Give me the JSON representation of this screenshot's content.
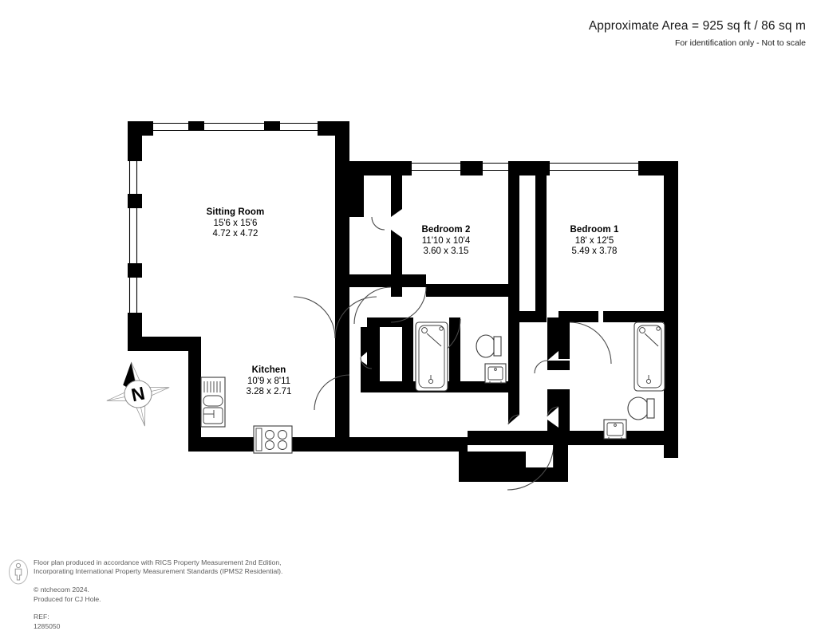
{
  "header": {
    "area_text": "Approximate Area = 925 sq ft / 86 sq m",
    "disclaimer": "For identification only - Not to scale"
  },
  "plan": {
    "rooms": [
      {
        "id": "sitting-room",
        "name": "Sitting Room",
        "imperial": "15'6 x 15'6",
        "metric": "4.72 x 4.72"
      },
      {
        "id": "bedroom-2",
        "name": "Bedroom 2",
        "imperial": "11'10 x 10'4",
        "metric": "3.60 x 3.15"
      },
      {
        "id": "bedroom-1",
        "name": "Bedroom 1",
        "imperial": "18' x 12'5",
        "metric": "5.49 x 3.78"
      },
      {
        "id": "kitchen",
        "name": "Kitchen",
        "imperial": "10'9 x 8'11",
        "metric": "3.28 x 2.71"
      }
    ],
    "fixtures": [
      "bath-tub",
      "shower-head",
      "bath-taps",
      "toilet",
      "wash-basin",
      "kitchen-sink",
      "kitchen-hob"
    ],
    "compass": {
      "label": "N"
    },
    "colors": {
      "wall": "#000000",
      "room_fill": "#ffffff",
      "fixture_stroke": "#3b3b3b",
      "door_arc": "#4a4a4a",
      "footer_text": "#5c5c5c"
    }
  },
  "footer": {
    "line1": "Floor plan produced in accordance with RICS Property Measurement 2nd Edition,",
    "line2_a": "Incorporating International Property Measurement Standards (IPMS2 Residential).",
    "line2_b": "© ntchecom 2024.",
    "line3_a": "Produced for CJ Hole.",
    "line3_label": "REF:",
    "line3_value": "1285050"
  }
}
